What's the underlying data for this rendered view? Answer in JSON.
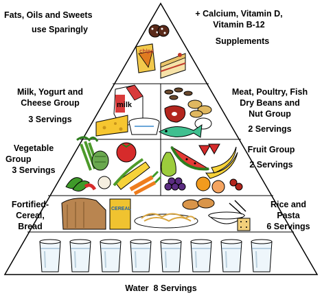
{
  "tiers": {
    "top_left": {
      "line1": "Fats, Oils and Sweets",
      "line2": "use Sparingly"
    },
    "top_right": {
      "line1": "+ Calcium, Vitamin D,",
      "line2": "Vitamin B-12",
      "line3": "Supplements"
    },
    "dairy": {
      "line1": "Milk, Yogurt and",
      "line2": "Cheese Group",
      "servings": "3 Servings"
    },
    "protein": {
      "line1": "Meat, Poultry, Fish",
      "line2": "Dry Beans and",
      "line3": "Nut Group",
      "servings": "2 Servings"
    },
    "vegetable": {
      "line1": "Vegetable",
      "line2": "Group",
      "servings": "3 Servings"
    },
    "fruit": {
      "line1": "Fruit Group",
      "servings": "2 Servings"
    },
    "cereal": {
      "line1": "Fortified-",
      "line2": "Cereal,",
      "line3": "Bread"
    },
    "rice": {
      "line1": "Rice and",
      "line2": "Pasta",
      "servings": "6 Servings"
    },
    "water": {
      "label": "Water  8 Servings"
    }
  },
  "food_labels": {
    "chips": "chips",
    "milk": "milk",
    "cereal": "CEREAL"
  },
  "colors": {
    "outline": "#000000",
    "background": "#ffffff"
  }
}
